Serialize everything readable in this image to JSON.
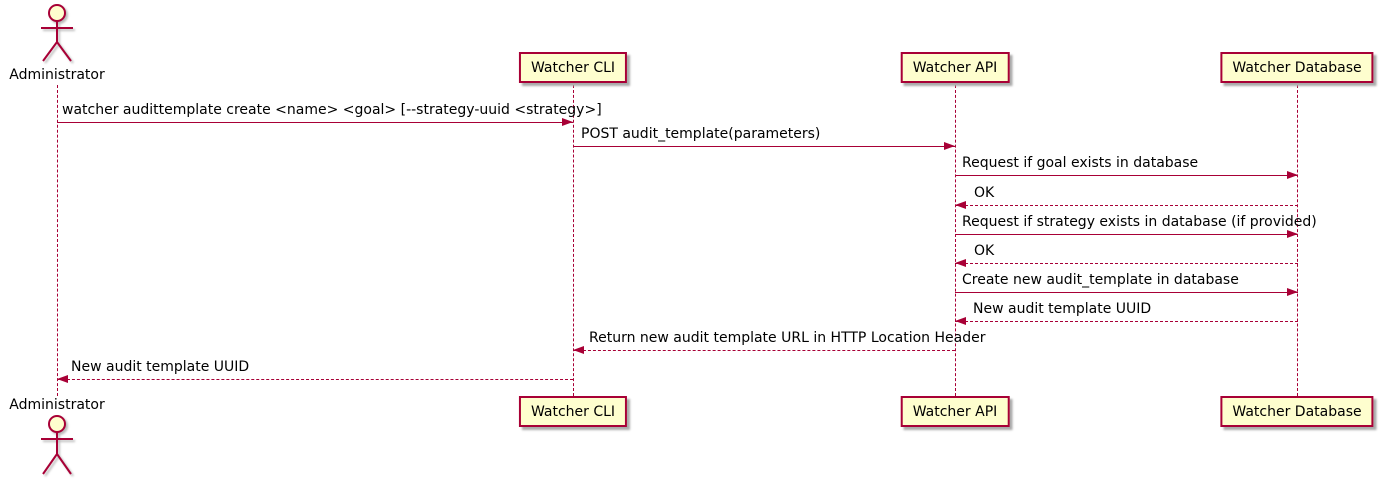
{
  "diagram": {
    "type": "uml-sequence-diagram",
    "colors": {
      "accent": "#A80036",
      "participant_fill": "#FEFECE",
      "text": "#000000",
      "background": "#FFFFFF"
    },
    "actor": {
      "name": "Administrator"
    },
    "participants": [
      {
        "label": "Watcher CLI"
      },
      {
        "label": "Watcher API"
      },
      {
        "label": "Watcher Database"
      }
    ],
    "messages": [
      {
        "from": "Administrator",
        "to": "Watcher CLI",
        "line": "solid",
        "direction": "right",
        "label": "watcher audittemplate create <name> <goal> [--strategy-uuid <strategy>]"
      },
      {
        "from": "Watcher CLI",
        "to": "Watcher API",
        "line": "solid",
        "direction": "right",
        "label": "POST audit_template(parameters)"
      },
      {
        "from": "Watcher API",
        "to": "Watcher Database",
        "line": "solid",
        "direction": "right",
        "label": "Request if goal exists in database"
      },
      {
        "from": "Watcher Database",
        "to": "Watcher API",
        "line": "dashed",
        "direction": "left",
        "label": "OK"
      },
      {
        "from": "Watcher API",
        "to": "Watcher Database",
        "line": "solid",
        "direction": "right",
        "label": "Request if strategy exists in database (if provided)"
      },
      {
        "from": "Watcher Database",
        "to": "Watcher API",
        "line": "dashed",
        "direction": "left",
        "label": "OK"
      },
      {
        "from": "Watcher API",
        "to": "Watcher Database",
        "line": "solid",
        "direction": "right",
        "label": "Create new audit_template in database"
      },
      {
        "from": "Watcher Database",
        "to": "Watcher API",
        "line": "dashed",
        "direction": "left",
        "label": "New audit template UUID"
      },
      {
        "from": "Watcher API",
        "to": "Watcher CLI",
        "line": "dashed",
        "direction": "left",
        "label": "Return new audit template URL in HTTP Location Header"
      },
      {
        "from": "Watcher CLI",
        "to": "Administrator",
        "line": "dashed",
        "direction": "left",
        "label": "New audit template UUID"
      }
    ]
  }
}
